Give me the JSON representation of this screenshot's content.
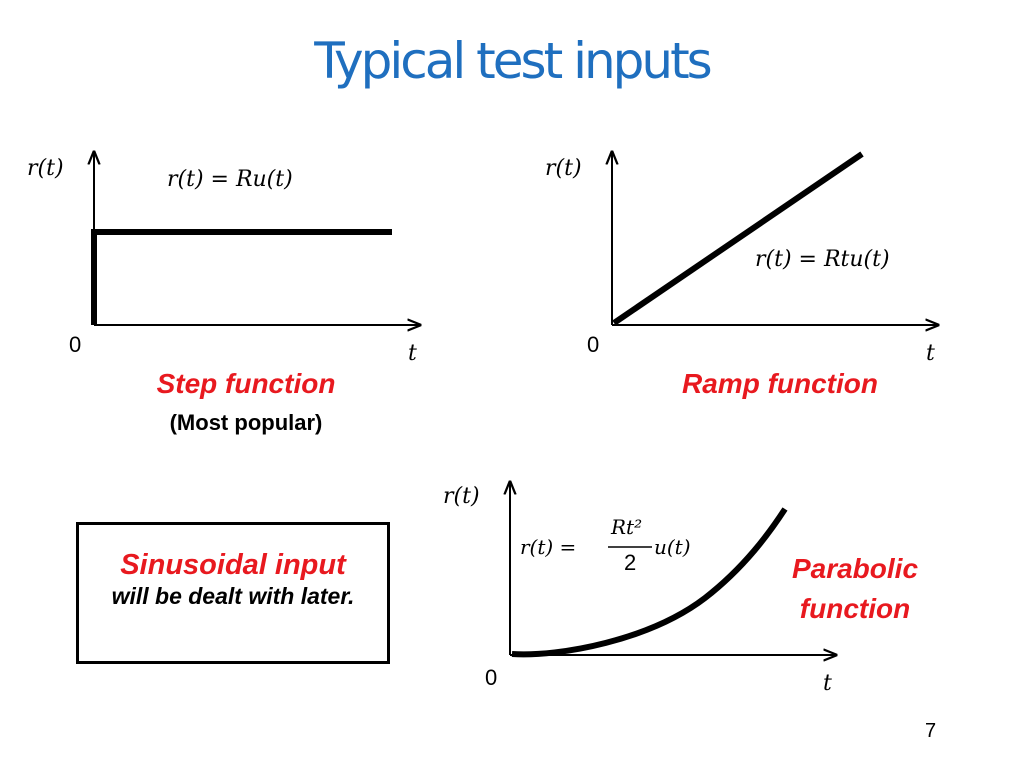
{
  "title": "Typical test inputs",
  "step": {
    "y_axis_label": "r(t)",
    "x_axis_label": "t",
    "origin_label": "0",
    "equation": "r(t) = Ru(t)",
    "caption": "Step function",
    "subcaption": "(Most popular)"
  },
  "ramp": {
    "y_axis_label": "r(t)",
    "x_axis_label": "t",
    "origin_label": "0",
    "equation": "r(t) = Rtu(t)",
    "caption": "Ramp function"
  },
  "parabolic": {
    "y_axis_label": "r(t)",
    "x_axis_label": "t",
    "origin_label": "0",
    "equation_lhs": "r(t) =",
    "equation_numerator": "Rt²",
    "equation_denominator": "2",
    "equation_rhs": "u(t)",
    "caption_line1": "Parabolic",
    "caption_line2": "function"
  },
  "note": {
    "title": "Sinusoidal input",
    "body": "will be dealt with later."
  },
  "page_number": "7",
  "colors": {
    "title": "#1f6fbf",
    "caption": "#e8191f"
  }
}
